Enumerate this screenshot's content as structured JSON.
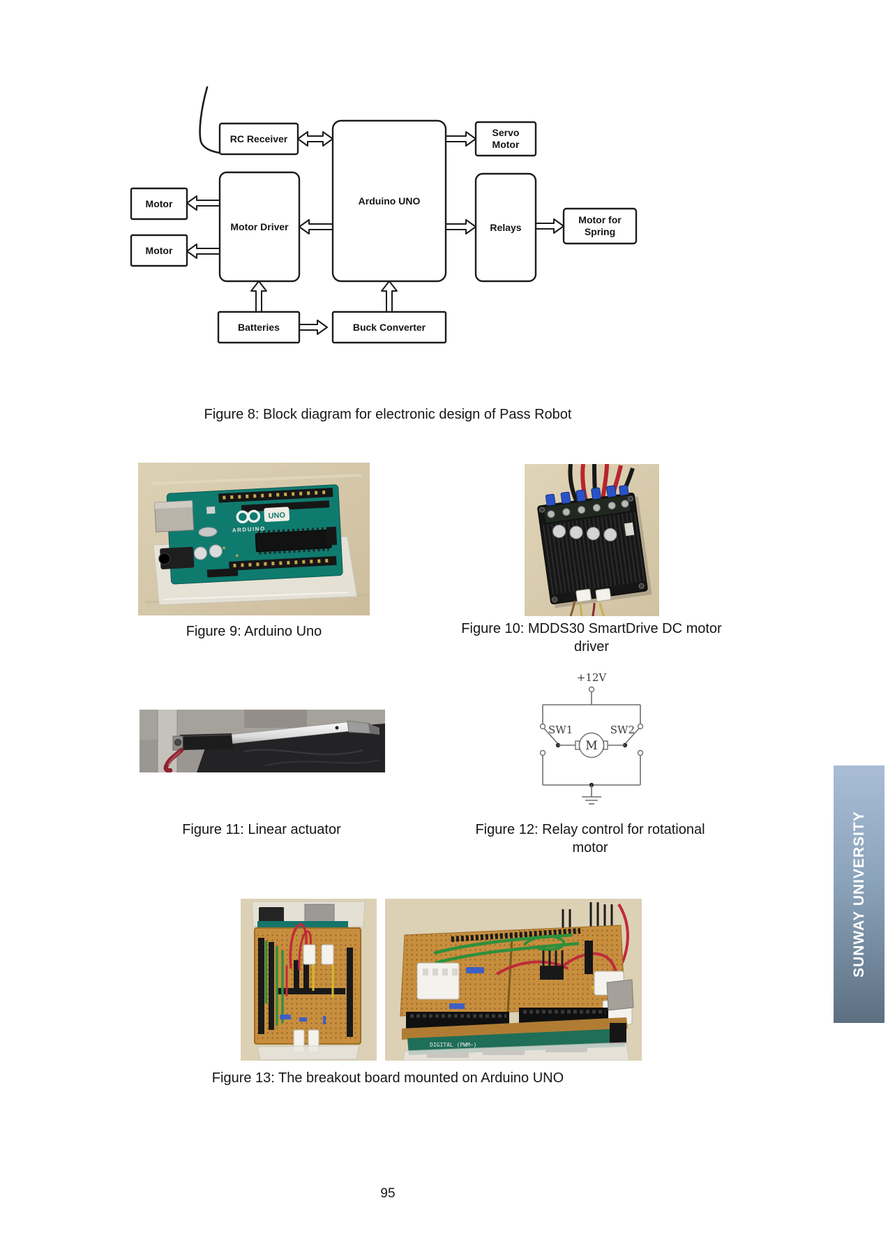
{
  "page": {
    "number": "95"
  },
  "sidebar": {
    "label": "SUNWAY UNIVERSITY",
    "gradient_top": "#a9bdd6",
    "gradient_bottom": "#5d7082",
    "text_color": "#ffffff"
  },
  "figure8": {
    "caption": "Figure 8: Block diagram for electronic design of Pass Robot",
    "blocks": {
      "rc_receiver": "RC Receiver",
      "arduino_uno": "Arduino UNO",
      "servo_motor": [
        "Servo",
        "Motor"
      ],
      "motor_top": "Motor",
      "motor_driver": "Motor Driver",
      "motor_bottom": "Motor",
      "relays": "Relays",
      "motor_for_spring": [
        "Motor for",
        "Spring"
      ],
      "batteries": "Batteries",
      "buck_converter": "Buck Converter"
    }
  },
  "figure9": {
    "caption": "Figure 9: Arduino Uno",
    "board_text": {
      "logo": "UNO",
      "brand": "ARDUINO"
    }
  },
  "figure10": {
    "caption_line1": "Figure 10: MDDS30 SmartDrive DC motor",
    "caption_line2": "driver"
  },
  "figure11": {
    "caption": "Figure 11: Linear actuator"
  },
  "figure12": {
    "caption_line1": "Figure 12: Relay control for rotational",
    "caption_line2": "motor",
    "labels": {
      "supply": "+12V",
      "sw1": "SW1",
      "sw2": "SW2",
      "motor": "M"
    }
  },
  "figure13": {
    "caption": "Figure 13: The breakout board mounted on Arduino UNO",
    "board_text": {
      "digital_label": "DIGITAL (PWM~)"
    }
  },
  "colors": {
    "arduino_teal": "#0f7b6f",
    "perfboard_tan": "#c78e3e",
    "diagram_line": "#1c1c1c",
    "circuit_line": "#6e6e6e",
    "wire_red": "#bf2b3a",
    "wire_green": "#2f8f3c"
  }
}
